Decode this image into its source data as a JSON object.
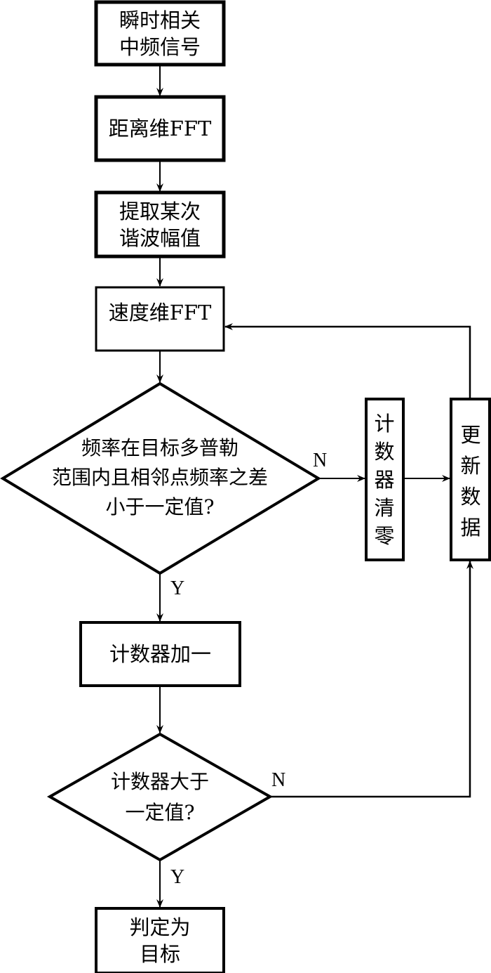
{
  "diagram": {
    "type": "flowchart",
    "nodes": [
      {
        "id": "n1",
        "shape": "rect",
        "text": "瞬时相关\n中频信号"
      },
      {
        "id": "n2",
        "shape": "rect",
        "text": "距离维FFT"
      },
      {
        "id": "n3",
        "shape": "rect",
        "text": "提取某次\n谐波幅值"
      },
      {
        "id": "n4",
        "shape": "rect",
        "text": "速度维FFT"
      },
      {
        "id": "d1",
        "shape": "diamond",
        "text": "频率在目标多普勒\n范围内且相邻点频率之差\n小于一定值?"
      },
      {
        "id": "n5",
        "shape": "rect-vertical",
        "text": "计数器清零"
      },
      {
        "id": "n6",
        "shape": "rect-vertical",
        "text": "更新数据"
      },
      {
        "id": "n7",
        "shape": "rect",
        "text": "计数器加一"
      },
      {
        "id": "d2",
        "shape": "diamond",
        "text": "计数器大于\n一定值?"
      },
      {
        "id": "n8",
        "shape": "rect",
        "text": "判定为\n目标"
      }
    ],
    "edges": [
      {
        "from": "n1",
        "to": "n2",
        "label": ""
      },
      {
        "from": "n2",
        "to": "n3",
        "label": ""
      },
      {
        "from": "n3",
        "to": "n4",
        "label": ""
      },
      {
        "from": "n4",
        "to": "d1",
        "label": ""
      },
      {
        "from": "d1",
        "to": "n5",
        "label": "N"
      },
      {
        "from": "n5",
        "to": "n6",
        "label": ""
      },
      {
        "from": "n6",
        "to": "n4",
        "label": ""
      },
      {
        "from": "d1",
        "to": "n7",
        "label": "Y"
      },
      {
        "from": "n7",
        "to": "d2",
        "label": ""
      },
      {
        "from": "d2",
        "to": "n6",
        "label": "N"
      },
      {
        "from": "d2",
        "to": "n8",
        "label": "Y"
      }
    ],
    "labels": {
      "no": "N",
      "yes": "Y"
    }
  }
}
